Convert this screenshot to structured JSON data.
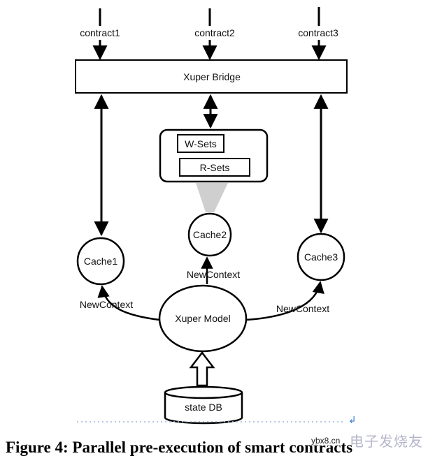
{
  "diagram": {
    "inputs": [
      "contract1",
      "contract2",
      "contract3"
    ],
    "bridge_label": "Xuper Bridge",
    "wsets_label": "W-Sets",
    "rsets_label": "R-Sets",
    "caches": [
      "Cache1",
      "Cache2",
      "Cache3"
    ],
    "new_context_label": "NewContext",
    "model_label": "Xuper Model",
    "db_label": "state DB"
  },
  "caption": "Figure 4:  Parallel pre-execution of smart contracts",
  "watermark": {
    "site": "ybx8.cn",
    "mark": "↲",
    "brand": "电子发烧友"
  }
}
